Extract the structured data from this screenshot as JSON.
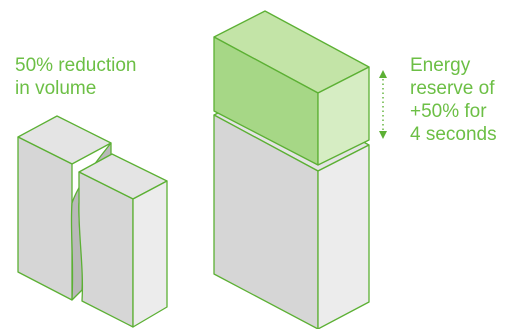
{
  "labels": {
    "volume_reduction": [
      "50% reduction",
      "in volume"
    ],
    "energy_reserve": [
      "Energy",
      "reserve of",
      "+50% for",
      "4 seconds"
    ]
  },
  "colors": {
    "accent_text": "#6cbf45",
    "outline": "#5cb034",
    "grey_front": "#d6d6d6",
    "grey_side": "#ececec",
    "grey_top": "#e4e4e4",
    "green_front": "#a6d786",
    "green_side": "#d6edc3",
    "green_top": "#c3e4a7",
    "slot": "#b9b9b9",
    "arrow": "#5cb034"
  }
}
